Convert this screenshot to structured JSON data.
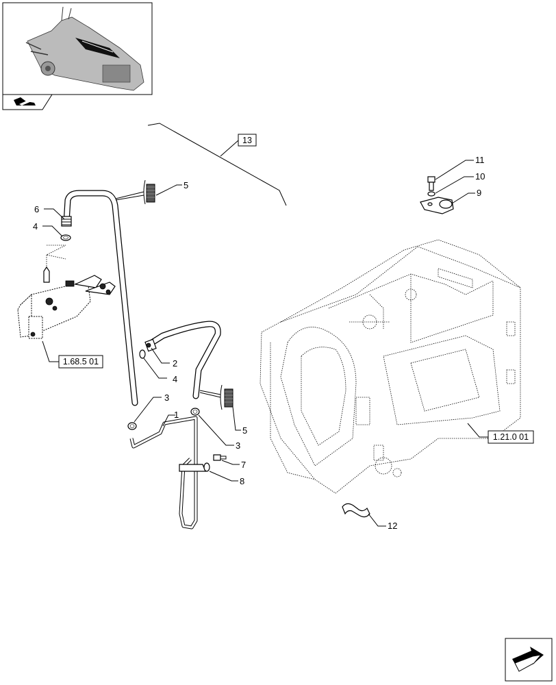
{
  "callouts": {
    "c1": "1",
    "c2": "2",
    "c3a": "3",
    "c3b": "3",
    "c4a": "4",
    "c4b": "4",
    "c5a": "5",
    "c5b": "5",
    "c6": "6",
    "c7": "7",
    "c8": "8",
    "c9": "9",
    "c10": "10",
    "c11": "11",
    "c12": "12"
  },
  "refs": {
    "assembly": "13",
    "valve_ref": "1.68.5 01",
    "housing_ref": "1.21.0 01"
  },
  "icons": {
    "thumbnail": "tractor-transmission-thumbnail",
    "nav_prev": "previous-page-arrow-icon",
    "nav_next": "next-page-arrow-icon"
  }
}
